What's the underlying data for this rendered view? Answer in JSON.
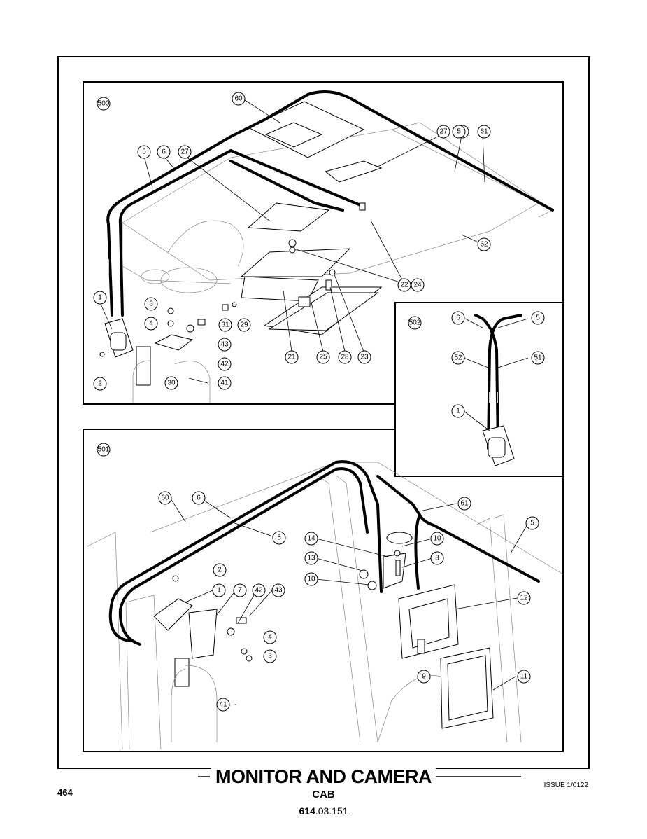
{
  "document": {
    "title": "MONITOR AND CAMERA",
    "subtitle": "CAB",
    "part_number_prefix": "614",
    "part_number_suffix": ".03.151",
    "page_number": "464",
    "issue": "ISSUE 1/0122"
  },
  "views": [
    {
      "id": "500"
    },
    {
      "id": "501"
    },
    {
      "id": "502"
    }
  ],
  "callouts": {
    "v500": [
      "60",
      "27",
      "5",
      "61",
      "5",
      "6",
      "27",
      "5",
      "62",
      "22",
      "24",
      "1",
      "3",
      "4",
      "31",
      "29",
      "43",
      "42",
      "2",
      "30",
      "41",
      "21",
      "25",
      "28",
      "23"
    ],
    "v502": [
      "6",
      "5",
      "52",
      "51",
      "1"
    ],
    "v501": [
      "60",
      "6",
      "5",
      "61",
      "5",
      "14",
      "10",
      "8",
      "13",
      "10",
      "2",
      "1",
      "7",
      "42",
      "43",
      "12",
      "4",
      "3",
      "9",
      "11",
      "41"
    ]
  }
}
